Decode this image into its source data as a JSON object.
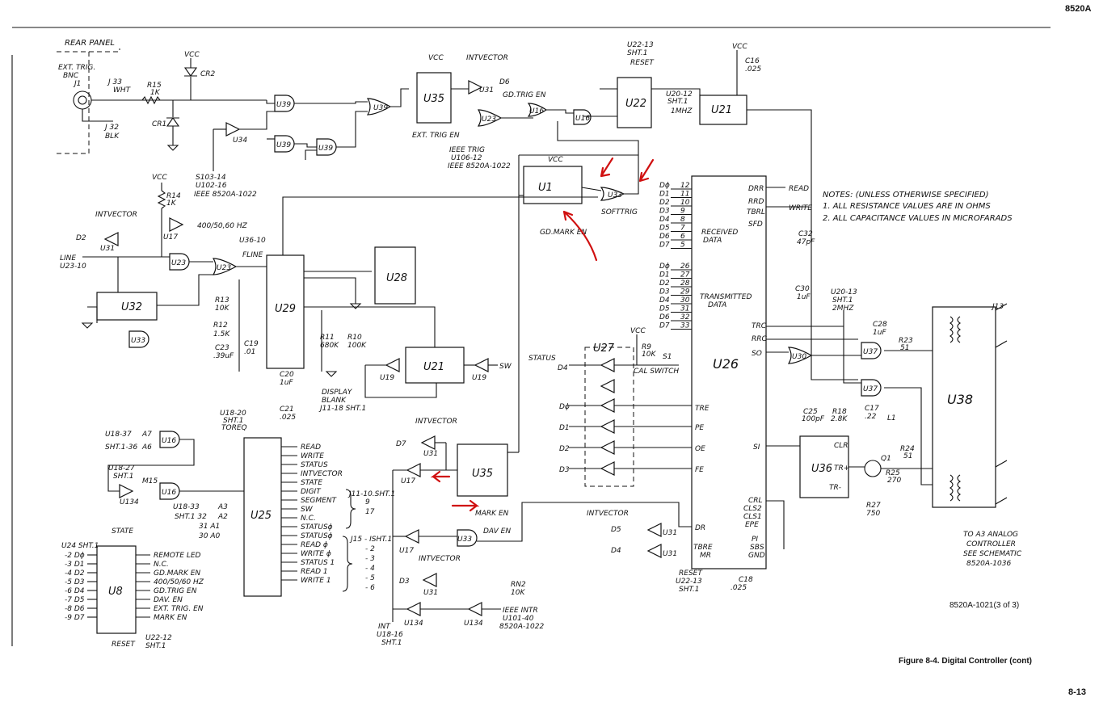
{
  "header": {
    "doc_id": "8520A",
    "page_number": "8-13"
  },
  "figure": {
    "caption": "Figure 8-4. Digital Controller (cont)",
    "drawing_number": "8520A-1021(3 of 3)"
  },
  "notes": {
    "title": "NOTES: (UNLESS OTHERWISE SPECIFIED)",
    "line1": "1. ALL RESISTANCE VALUES ARE IN OHMS",
    "line2": "2. ALL CAPACITANCE VALUES IN MICROFARADS"
  },
  "rear_panel": {
    "title": "REAR PANEL",
    "ext_trig_1": "EXT. TRIG.",
    "ext_trig_2": "BNC",
    "j1": "J1",
    "j33": "J 33",
    "j33_wht": "WHT",
    "j32": "J 32",
    "j32_blk": "BLK"
  },
  "chips": {
    "u1": "U1",
    "u22": "U22",
    "u21a": "U21",
    "u21b": "U21",
    "u26": "U26",
    "u25": "U25",
    "u29": "U29",
    "u28": "U28",
    "u32": "U32",
    "u35a": "U35",
    "u35b": "U35",
    "u38": "U38",
    "u8": "U8",
    "u36": "U36",
    "u27": "U27"
  },
  "gates": {
    "u39a": "U39",
    "u39b": "U39",
    "u39c": "U39",
    "u39d": "U39",
    "u34": "U34",
    "u31": "U31",
    "u23a": "U23",
    "u23b": "U23",
    "u23c": "U23",
    "u16a": "U16",
    "u16b": "U16",
    "u16c": "U16",
    "u33a": "U33",
    "u33b": "U33",
    "u33c": "U33",
    "u17a": "U17",
    "u17b": "U17",
    "u17c": "U17",
    "u19a": "U19",
    "u19b": "U19",
    "u30": "U30",
    "u37a": "U37",
    "u37b": "U37",
    "u134": "U134"
  },
  "labels": {
    "cr2": "CR2",
    "cr1": "CR1",
    "r15": "R15",
    "r15v": "1K",
    "r14": "R14",
    "r14v": "1K",
    "s103": "S103-14",
    "u102": "U102-16",
    "ieee1": "IEEE 8520A-1022",
    "intvector": "INTVECTOR",
    "d6": "D6",
    "gdtrigen": "GD.TRIG EN",
    "exttrigen": "EXT. TRIG EN",
    "ieeetrig": "IEEE TRIG",
    "u106": "U106-12",
    "ieee2": "IEEE 8520A-1022",
    "u22_13": "U22-13",
    "sht1": "SHT.1",
    "reset": "RESET",
    "u20_12": "U20-12",
    "sht1b": "SHT.1",
    "mhz": "1MHZ",
    "c16": "C16",
    "c16v": ".025",
    "softtrig": "SOFTTRIG",
    "gdmarken": "GD.MARK EN",
    "hz": "400/50,60 HZ",
    "u36_10": "U36-10",
    "flbl": "FLINE",
    "line": "LINE",
    "u23_10": "U23-10",
    "d2": "D2",
    "r13": "R13",
    "r13v": "10K",
    "r12": "R12",
    "r12v": "1.5K",
    "c23": "C23",
    "c23v": ".39uF",
    "r11": "R11",
    "r11v": "680K",
    "r10": "R10",
    "r10v": "100K",
    "c19": "C19",
    "c19v": ".01",
    "c20": "C20",
    "c20v": "1uF",
    "c21": "C21",
    "c21v": ".025",
    "display": "DISPLAY",
    "blank": "BLANK",
    "j11": "J11-18 SHT.1",
    "sw": "SW",
    "status": "STATUS",
    "d4": "D4",
    "s1": "S1",
    "calswitch": "CAL SWITCH",
    "r9": "R9",
    "r9v": "10K",
    "receiveddata": "RECEIVED",
    "data": "DATA",
    "transmitted": "TRANSMITTED",
    "data2": "DATA",
    "drr": "DRR",
    "rrd": "RRD",
    "tbrl": "TBRL",
    "sfd": "SFD",
    "read": "READ",
    "write": "WRITE",
    "c32": "C32",
    "c32v": "47pF",
    "c30": "C30",
    "c30v": "1uF",
    "u20_13": "U20-13",
    "sht1c": "SHT.1",
    "mhz2": "2MHZ",
    "c28": "C28",
    "c28v": "1uF",
    "r23": "R23",
    "r23v": "51",
    "trc": "TRC",
    "rrc": "RRC",
    "so": "SO",
    "j13": "J13",
    "tre": "TRE",
    "pe": "PE",
    "oe": "OE",
    "fe": "FE",
    "si": "SI",
    "c25": "C25",
    "c25v": "100pF",
    "r18": "R18",
    "r18v": "2.8K",
    "c17": "C17",
    "c17v": ".22",
    "l1": "L1",
    "r24": "R24",
    "r24v": "51",
    "r25": "R25",
    "r25v": "270",
    "q1": "Q1",
    "r27": "R27",
    "r27v": "750",
    "clr": "CLR",
    "trp": "TR+",
    "trm": "TR-",
    "dr": "DR",
    "tbre": "TBRE",
    "mr": "MR",
    "crl": "CRL",
    "cls2": "CLS2",
    "cls1": "CLS1",
    "epe": "EPE",
    "pi": "PI",
    "sbs": "SBS",
    "gnd": "GND",
    "c18": "C18",
    "c18v": ".025",
    "reset2": "RESET",
    "u22_13b": "U22-13",
    "sht1d": "SHT.1",
    "d5": "D5",
    "d4b": "D4",
    "d7": "D7",
    "d3": "D3",
    "daven": "DAV EN",
    "marken": "MARK EN",
    "rn2": "RN2",
    "rn2v": "10K",
    "ieeeintr": "IEEE INTR",
    "u101": "U101-40",
    "ieee3": "8520A-1022",
    "int": "INT",
    "u18_16": "U18-16",
    "sht1e": "SHT.1",
    "u18_20": "U18-20",
    "sht1f": "SHT.1",
    "toreq": "TOREQ",
    "u18_37": "U18-37",
    "a7": "A7",
    "sht1_36": "SHT.1-36",
    "a6": "A6",
    "u18_27": "U18-27",
    "sht1g": "SHT.1",
    "m15": "M15",
    "u18_33": "U18-33",
    "a3": "A3",
    "sht1_32": "SHT.1 32",
    "a2": "A2",
    "a1_31": "31 A1",
    "a0_30": "30 A0",
    "j11_10": "J11-10.SHT.1",
    "j15": "J15 - ISHT.1",
    "state": "STATE",
    "u24": "U24 SHT.1",
    "reset3": "RESET",
    "u22_12": "U22-12",
    "sht1h": "SHT.1",
    "toa3": "TO A3 ANALOG",
    "controller": "CONTROLLER",
    "seeschematic": "SEE SCHEMATIC",
    "b8520": "8520A-1036"
  },
  "u25_outputs": [
    "READ",
    "WRITE",
    "STATUS",
    "INTVECTOR",
    "STATE",
    "DIGIT",
    "SEGMENT",
    "SW",
    "N.C.",
    "STATUSϕ",
    "STATUSϕ",
    "READ ϕ",
    "WRITE ϕ",
    "STATUS 1",
    "READ 1",
    "WRITE 1"
  ],
  "j15_nums": [
    "- 2",
    "- 3",
    "- 4",
    "- 5",
    "- 6"
  ],
  "j11_nums": [
    "9",
    "17"
  ],
  "u8_inputs": [
    "-2 Dϕ",
    "-3 D1",
    "-4 D2",
    "-5 D3",
    "-6 D4",
    "-7 D5",
    "-8 D6",
    "-9 D7"
  ],
  "u8_outputs": [
    "REMOTE LED",
    "N.C.",
    "GD.MARK EN",
    "400/50/60 HZ",
    "GD.TRIG EN",
    "DAV. EN",
    "EXT. TRIG. EN",
    "MARK EN"
  ],
  "u26_d_left": [
    "Dϕ",
    "D1",
    "D2",
    "D3",
    "D4",
    "D5",
    "D6",
    "D7"
  ],
  "u26_d_pins": [
    "12",
    "11",
    "10",
    "9",
    "8",
    "7",
    "6",
    "5"
  ],
  "u26_t_left": [
    "Dϕ",
    "D1",
    "D2",
    "D3",
    "D4",
    "D5",
    "D6",
    "D7"
  ],
  "u26_t_pins": [
    "26",
    "27",
    "28",
    "29",
    "30",
    "31",
    "32",
    "33"
  ],
  "u27_inputs": [
    "Dϕ",
    "D1",
    "D2",
    "D3"
  ]
}
